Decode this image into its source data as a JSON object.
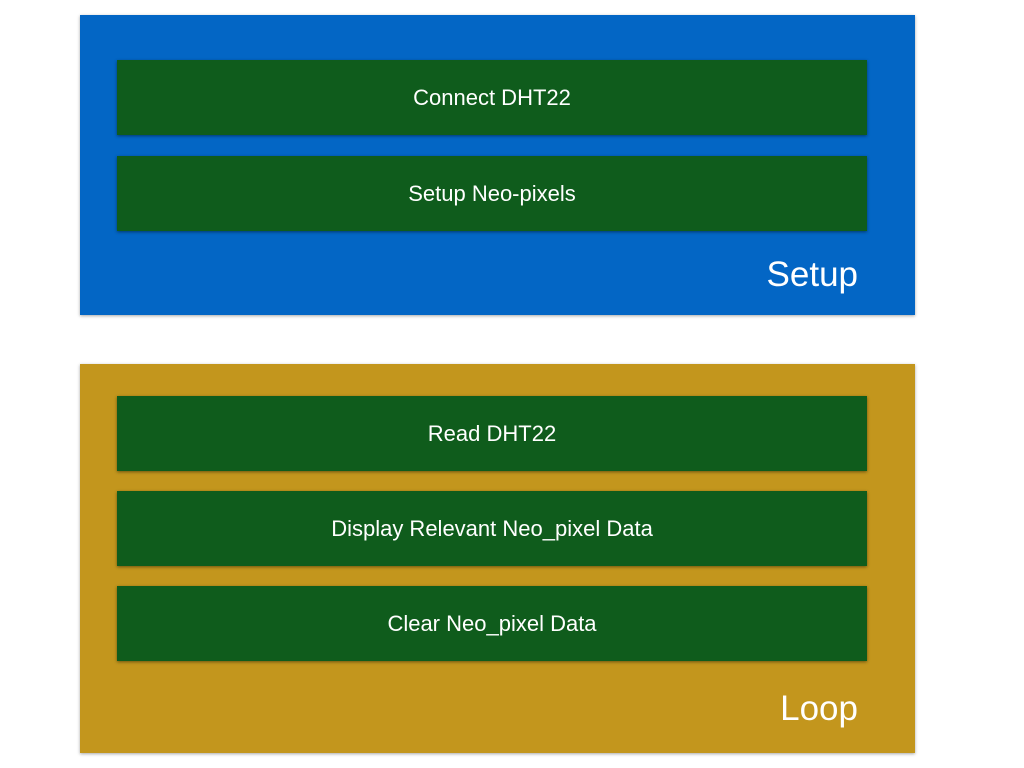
{
  "colors": {
    "setup_panel": "#0366c5",
    "loop_panel": "#c3961d",
    "step_box": "#0f5c1c",
    "text": "#ffffff"
  },
  "setup": {
    "label": "Setup",
    "steps": [
      {
        "label": "Connect DHT22"
      },
      {
        "label": "Setup Neo-pixels"
      }
    ]
  },
  "loop": {
    "label": "Loop",
    "steps": [
      {
        "label": "Read DHT22"
      },
      {
        "label": "Display Relevant Neo_pixel Data"
      },
      {
        "label": "Clear Neo_pixel Data"
      }
    ]
  }
}
